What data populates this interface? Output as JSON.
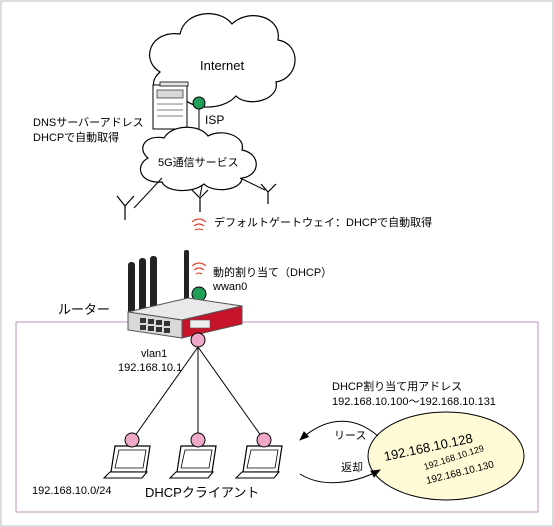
{
  "cloud_internet": {
    "label": "Internet"
  },
  "isp": {
    "label": "ISP"
  },
  "dns": {
    "line1": "DNSサーバーアドレス",
    "line2": "DHCPで自動取得"
  },
  "cloud_5g": {
    "label": "5G通信サービス"
  },
  "default_gw": {
    "label": "デフォルトゲートウェイ：DHCPで自動取得"
  },
  "wwan": {
    "title": "動的割り当て（DHCP）",
    "iface": "wwan0"
  },
  "router": {
    "label": "ルーター"
  },
  "vlan": {
    "name": "vlan1",
    "ip": "192.168.10.1"
  },
  "pool": {
    "title": "DHCP割り当て用アドレス",
    "range": "192.168.10.100～192.168.10.131"
  },
  "lease": {
    "label": "リース"
  },
  "release": {
    "label": "返却"
  },
  "ips": {
    "main": "192.168.10.128",
    "ip2": "192.168.10.129",
    "ip3": "192.168.10.130"
  },
  "network": {
    "label": "192.168.10.0/24"
  },
  "clients": {
    "label": "DHCPクライアント"
  },
  "colors": {
    "lan_border": "#c9a3c9",
    "node_green": "#1f9e5a",
    "node_pink": "#f0a8c8",
    "ellipse_fill": "#fffbd6",
    "router_red": "#c8142b",
    "signal_red": "#e0402b"
  }
}
